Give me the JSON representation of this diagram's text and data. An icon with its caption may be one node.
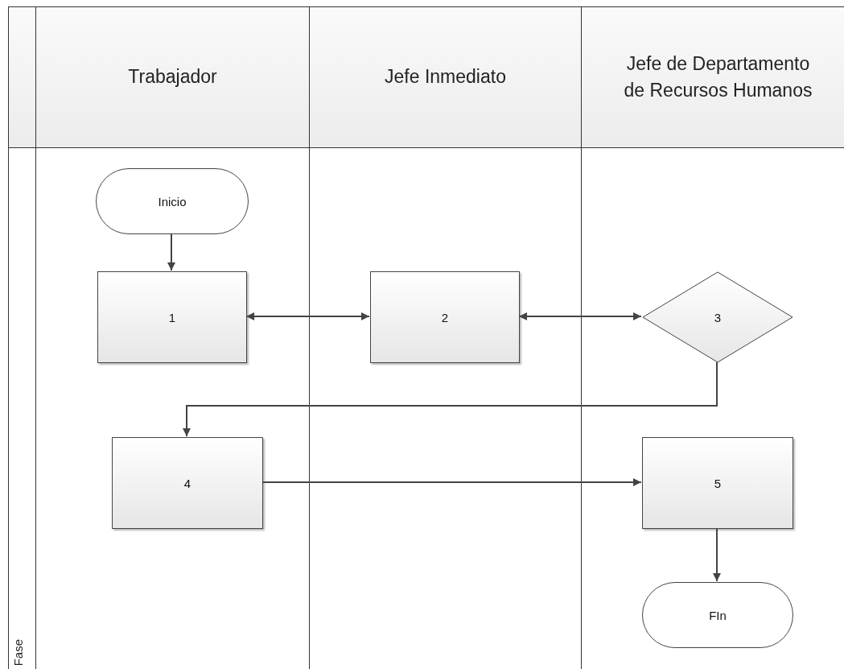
{
  "diagram": {
    "nodes": [
      {
        "text": [
          "Fase"
        ]
      },
      {
        "text": [
          "Trabajador"
        ]
      },
      {
        "text": [
          "Jefe Inmediato"
        ]
      },
      {
        "text": [
          "Jefe de Departamento de Recursos Humanos"
        ]
      },
      {
        "text": [
          "Inicio"
        ],
        "in": 1
      },
      {
        "text": [
          "1"
        ],
        "in": 1
      },
      {
        "text": [
          "2"
        ],
        "in": 2
      },
      {
        "text": [
          "3"
        ],
        "in": 3
      },
      {
        "text": [
          "4"
        ],
        "in": 1
      },
      {
        "text": [
          "5"
        ],
        "in": 3
      },
      {
        "text": [
          "FIn"
        ],
        "in": 3
      }
    ],
    "edges": [
      {
        "from": 4,
        "to": 5,
        "arrow": "to"
      },
      {
        "from": 5,
        "to": 6,
        "arrow": "both"
      },
      {
        "from": 6,
        "to": 7,
        "arrow": "both"
      },
      {
        "from": 7,
        "to": 8,
        "arrow": "to"
      },
      {
        "from": 8,
        "to": 9,
        "arrow": "to"
      },
      {
        "from": 9,
        "to": 10,
        "arrow": "to"
      }
    ]
  }
}
